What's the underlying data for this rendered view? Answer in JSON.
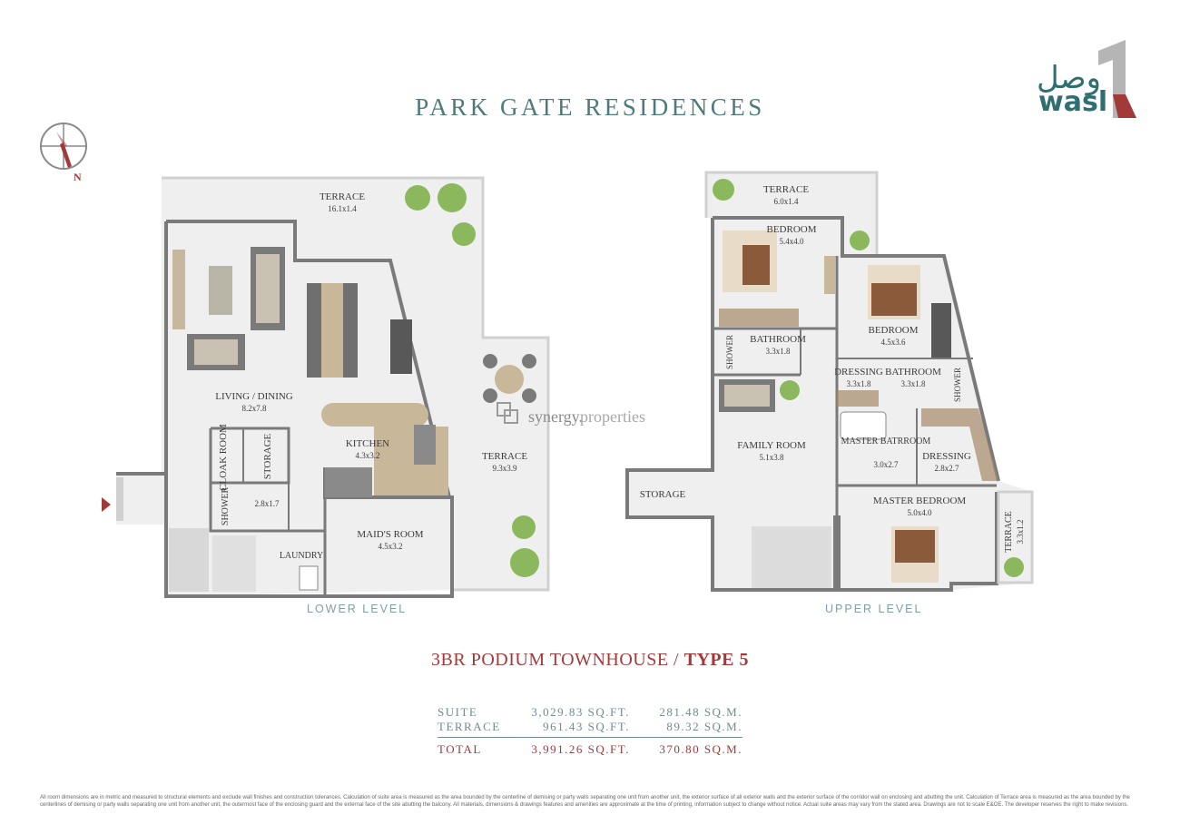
{
  "header": {
    "title": "PARK GATE RESIDENCES",
    "logo_arabic": "وصل",
    "logo_latin": "wasl",
    "compass_label": "N",
    "watermark_brand": "synergy.",
    "watermark_suffix": "properties"
  },
  "lower_level": {
    "label": "LOWER LEVEL",
    "rooms": [
      {
        "name": "TERRACE",
        "dim": "16.1x1.4"
      },
      {
        "name": "LIVING / DINING",
        "dim": "8.2x7.8"
      },
      {
        "name": "KITCHEN",
        "dim": "4.3x3.2"
      },
      {
        "name": "TERRACE",
        "dim": "9.3x3.9"
      },
      {
        "name": "CLOAK ROOM",
        "dim": ""
      },
      {
        "name": "STORAGE",
        "dim": ""
      },
      {
        "name": "SHOWER",
        "dim": "2.8x1.7"
      },
      {
        "name": "MAID'S ROOM",
        "dim": "4.5x3.2"
      },
      {
        "name": "LAUNDRY",
        "dim": ""
      }
    ]
  },
  "upper_level": {
    "label": "UPPER LEVEL",
    "rooms": [
      {
        "name": "TERRACE",
        "dim": "6.0x1.4"
      },
      {
        "name": "BEDROOM",
        "dim": "5.4x4.0"
      },
      {
        "name": "BEDROOM",
        "dim": "4.5x3.6"
      },
      {
        "name": "BATHROOM",
        "dim": "3.3x1.8"
      },
      {
        "name": "SHOWER",
        "dim": ""
      },
      {
        "name": "DRESSING",
        "dim": "3.3x1.8"
      },
      {
        "name": "BATHROOM",
        "dim": "3.3x1.8"
      },
      {
        "name": "SHOWER",
        "dim": ""
      },
      {
        "name": "FAMILY ROOM",
        "dim": "5.1x3.8"
      },
      {
        "name": "MASTER BATRROOM",
        "dim": "3.0x2.7"
      },
      {
        "name": "DRESSING",
        "dim": "2.8x2.7"
      },
      {
        "name": "STORAGE",
        "dim": ""
      },
      {
        "name": "MASTER BEDROOM",
        "dim": "5.0x4.0"
      },
      {
        "name": "TERRACE",
        "dim": "3.3x1.2"
      }
    ]
  },
  "unit": {
    "type_prefix": "3BR PODIUM TOWNHOUSE / ",
    "type_name": "TYPE 5"
  },
  "areas": [
    {
      "label": "SUITE",
      "sqft": "3,029.83 SQ.FT.",
      "sqm": "281.48 SQ.M."
    },
    {
      "label": "TERRACE",
      "sqft": "961.43 SQ.FT.",
      "sqm": "89.32 SQ.M."
    },
    {
      "label": "TOTAL",
      "sqft": "3,991.26 SQ.FT.",
      "sqm": "370.80 SQ.M."
    }
  ],
  "disclaimer": "All room dimensions are in metric and measured to structural elements and exclude wall finishes and construction tolerances. Calculation of suite area is measured as the area bounded by the centerline of demising or party walls separating one unit from another unit, the exterior surface of all exterior walls and the exterior surface of the corridor wall on enclosing and abutting the unit. Calculation of Terrace area is measured as the area bounded by the centerlines of demising or party walls separating one unit from another unit, the outermost face of the enclosing guard and the external face of the site abutting the balcony. All materials, dimensions & drawings features and amenities are approximate at the time of printing, information subject to change without notice. Actual suite areas may vary from the stated area. Drawings are not to scale E&OE. The developer reserves the right to make revisions.",
  "colors": {
    "title": "#4f7a7b",
    "accent_red": "#a33a3a",
    "logo": "#2f6f6f",
    "wall": "#7a7a7a",
    "floor": "#eeeeee"
  }
}
